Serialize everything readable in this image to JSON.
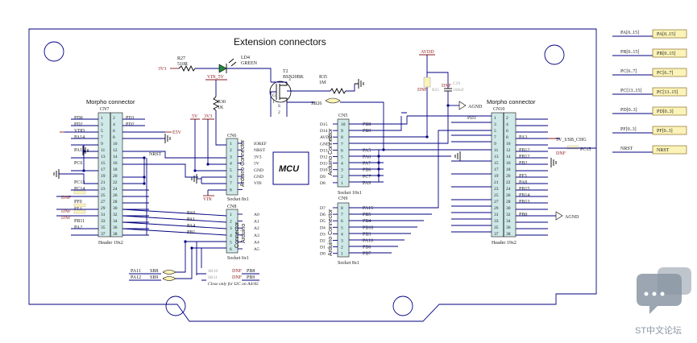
{
  "title": "Extension connectors",
  "mcu_label": "MCU",
  "cn7": {
    "section_title": "Morpho connector",
    "ref": "CN7",
    "footer": "Header 19x2",
    "left_pins": [
      "1",
      "3",
      "5",
      "7",
      "9",
      "11",
      "13",
      "15",
      "17",
      "19",
      "21",
      "23",
      "25",
      "27",
      "29",
      "31",
      "33",
      "35",
      "37"
    ],
    "right_pins": [
      "2",
      "4",
      "6",
      "8",
      "10",
      "12",
      "14",
      "16",
      "18",
      "20",
      "22",
      "24",
      "26",
      "28",
      "30",
      "32",
      "34",
      "36",
      "38"
    ],
    "left_nets": [
      {
        "row": 0,
        "text": "PD0"
      },
      {
        "row": 1,
        "text": "PD2"
      },
      {
        "row": 2,
        "text": "VDD"
      },
      {
        "row": 3,
        "text": "PA14"
      },
      {
        "row": 5,
        "text": "PA13"
      },
      {
        "row": 7,
        "text": "PC6"
      },
      {
        "row": 10,
        "text": "PC13"
      },
      {
        "row": 11,
        "text": "PC14"
      },
      {
        "row": 13,
        "text": "PF0"
      },
      {
        "row": 14,
        "text": "PF1"
      },
      {
        "row": 16,
        "text": "PB11"
      },
      {
        "row": 17,
        "text": "PA2"
      }
    ],
    "right_nets": [
      {
        "row": 0,
        "text": "PD1"
      },
      {
        "row": 1,
        "text": "PD2"
      },
      {
        "row": 3,
        "text": "E5V"
      },
      {
        "row": 6,
        "text": "NRST"
      }
    ],
    "dnf_labels": [
      "DNF",
      "DNF",
      "DNF"
    ]
  },
  "cn10": {
    "section_title": "Morpho connector",
    "ref": "CN10",
    "footer": "Header 19x2",
    "left_pins": [
      "1",
      "3",
      "5",
      "7",
      "9",
      "11",
      "13",
      "15",
      "17",
      "19",
      "21",
      "23",
      "25",
      "27",
      "29",
      "31",
      "33",
      "35",
      "37"
    ],
    "right_pins": [
      "2",
      "4",
      "6",
      "8",
      "10",
      "12",
      "14",
      "16",
      "18",
      "20",
      "22",
      "24",
      "26",
      "28",
      "30",
      "32",
      "34",
      "36",
      "38"
    ],
    "left_nets": [
      {
        "row": 0,
        "text": "PD3"
      }
    ],
    "right_nets": [
      {
        "row": 3,
        "text": "PA3"
      },
      {
        "row": 5,
        "text": "PB12"
      },
      {
        "row": 6,
        "text": "PB12"
      },
      {
        "row": 7,
        "text": "PB2"
      },
      {
        "row": 9,
        "text": "PF3"
      },
      {
        "row": 10,
        "text": "PA8"
      },
      {
        "row": 11,
        "text": "PB15"
      },
      {
        "row": 12,
        "text": "PB14"
      },
      {
        "row": 13,
        "text": "PB13"
      },
      {
        "row": 15,
        "text": "PB0"
      }
    ],
    "usb_chg": "5V_USB_CHG",
    "pc15": "PC15",
    "dnf": "DNF",
    "agnd": "AGND"
  },
  "cn6": {
    "ref": "CN6",
    "vert_label": "Arduino Connector",
    "footer": "Socket 8x1",
    "pins": [
      "1",
      "2",
      "3",
      "4",
      "5",
      "6",
      "7",
      "8"
    ],
    "signals": [
      "IOREF",
      "NRST",
      "3V3",
      "5V",
      "GND",
      "GND",
      "VIN"
    ]
  },
  "cn8": {
    "ref": "CN8",
    "vert_label_1": "Arduino",
    "vert_label_2": "Connector",
    "footer": "Socket 6x1",
    "pins": [
      "1",
      "2",
      "3",
      "4",
      "5",
      "6"
    ],
    "signals": [
      "A0",
      "A1",
      "A2",
      "A3",
      "A4",
      "A5"
    ],
    "nets": [
      "PA0",
      "PA1",
      "PA4",
      "PB1"
    ]
  },
  "cn5": {
    "ref": "CN5",
    "vert_label": "Arduino Connector",
    "footer": "Socket 10x1",
    "pins": [
      "10",
      "9",
      "8",
      "7",
      "6",
      "5",
      "4",
      "3",
      "2",
      "1"
    ],
    "signals": [
      "D15",
      "D14",
      "AVDD",
      "GND",
      "D13",
      "D12",
      "D11",
      "D10",
      "D9",
      "D8"
    ],
    "nets": [
      "PB8",
      "PB9",
      "PA5",
      "PA6",
      "PA7",
      "PB6",
      "PC7",
      "PA9"
    ]
  },
  "cn9": {
    "ref": "CN9",
    "vert_label": "Arduino Connector",
    "footer": "Socket 8x1",
    "pins": [
      "8",
      "7",
      "6",
      "5",
      "4",
      "3",
      "2",
      "1"
    ],
    "signals": [
      "D7",
      "D6",
      "D5",
      "D4",
      "D3",
      "D2",
      "D1",
      "D0"
    ],
    "nets": [
      "PA15",
      "PB5",
      "PB4",
      "PB10",
      "PB3",
      "PA10",
      "PB6",
      "PB7"
    ]
  },
  "led": {
    "ref": "R27",
    "r_value": "510R",
    "supply": "3V3",
    "name": "LD4",
    "color": "GREEN"
  },
  "vin5v": "VIN_5V",
  "r30": {
    "ref": "R30",
    "value": "1K"
  },
  "t2": {
    "ref": "T2",
    "part": "BSN20BK",
    "pin_d": "3",
    "pin_g": "1",
    "pin_s": "2",
    "g": "G",
    "s": "S"
  },
  "r35": {
    "ref": "R35",
    "value": "1M"
  },
  "sb26": "SB26",
  "avdd": "AVDD",
  "c29": {
    "dnf": "DNF",
    "ref": "C29",
    "value": "100nF",
    "r_dnf": "DNF",
    "r_ref": "R25"
  },
  "agnd": "AGND",
  "v5": "5V",
  "v3v3": "3V3",
  "vin": "VIN",
  "sb_bottom": [
    {
      "net": "PA11",
      "ref": "SB8"
    },
    {
      "net": "PA12",
      "ref": "SB9"
    }
  ],
  "sb_right": [
    {
      "ref": "SB10",
      "net": "PB8",
      "dnf": "DNF"
    },
    {
      "ref": "SB11",
      "net": "PB9",
      "dnf": "DNF"
    }
  ],
  "i2c_note": "Close only for I2C on A4/A5",
  "net_tags": [
    {
      "wire": "PA[0..15]",
      "tag": "PA[0..15]"
    },
    {
      "wire": "PB[0..15]",
      "tag": "PB[0..15]"
    },
    {
      "wire": "PC[6..7]",
      "tag": "PC[6..7]"
    },
    {
      "wire": "PC[13..15]",
      "tag": "PC[13..15]"
    },
    {
      "wire": "PD[0..3]",
      "tag": "PD[0..3]"
    },
    {
      "wire": "PF[0..3]",
      "tag": "PF[0..3]"
    },
    {
      "wire": "NRST",
      "tag": "NRST"
    }
  ],
  "brand": "ST中文论坛"
}
